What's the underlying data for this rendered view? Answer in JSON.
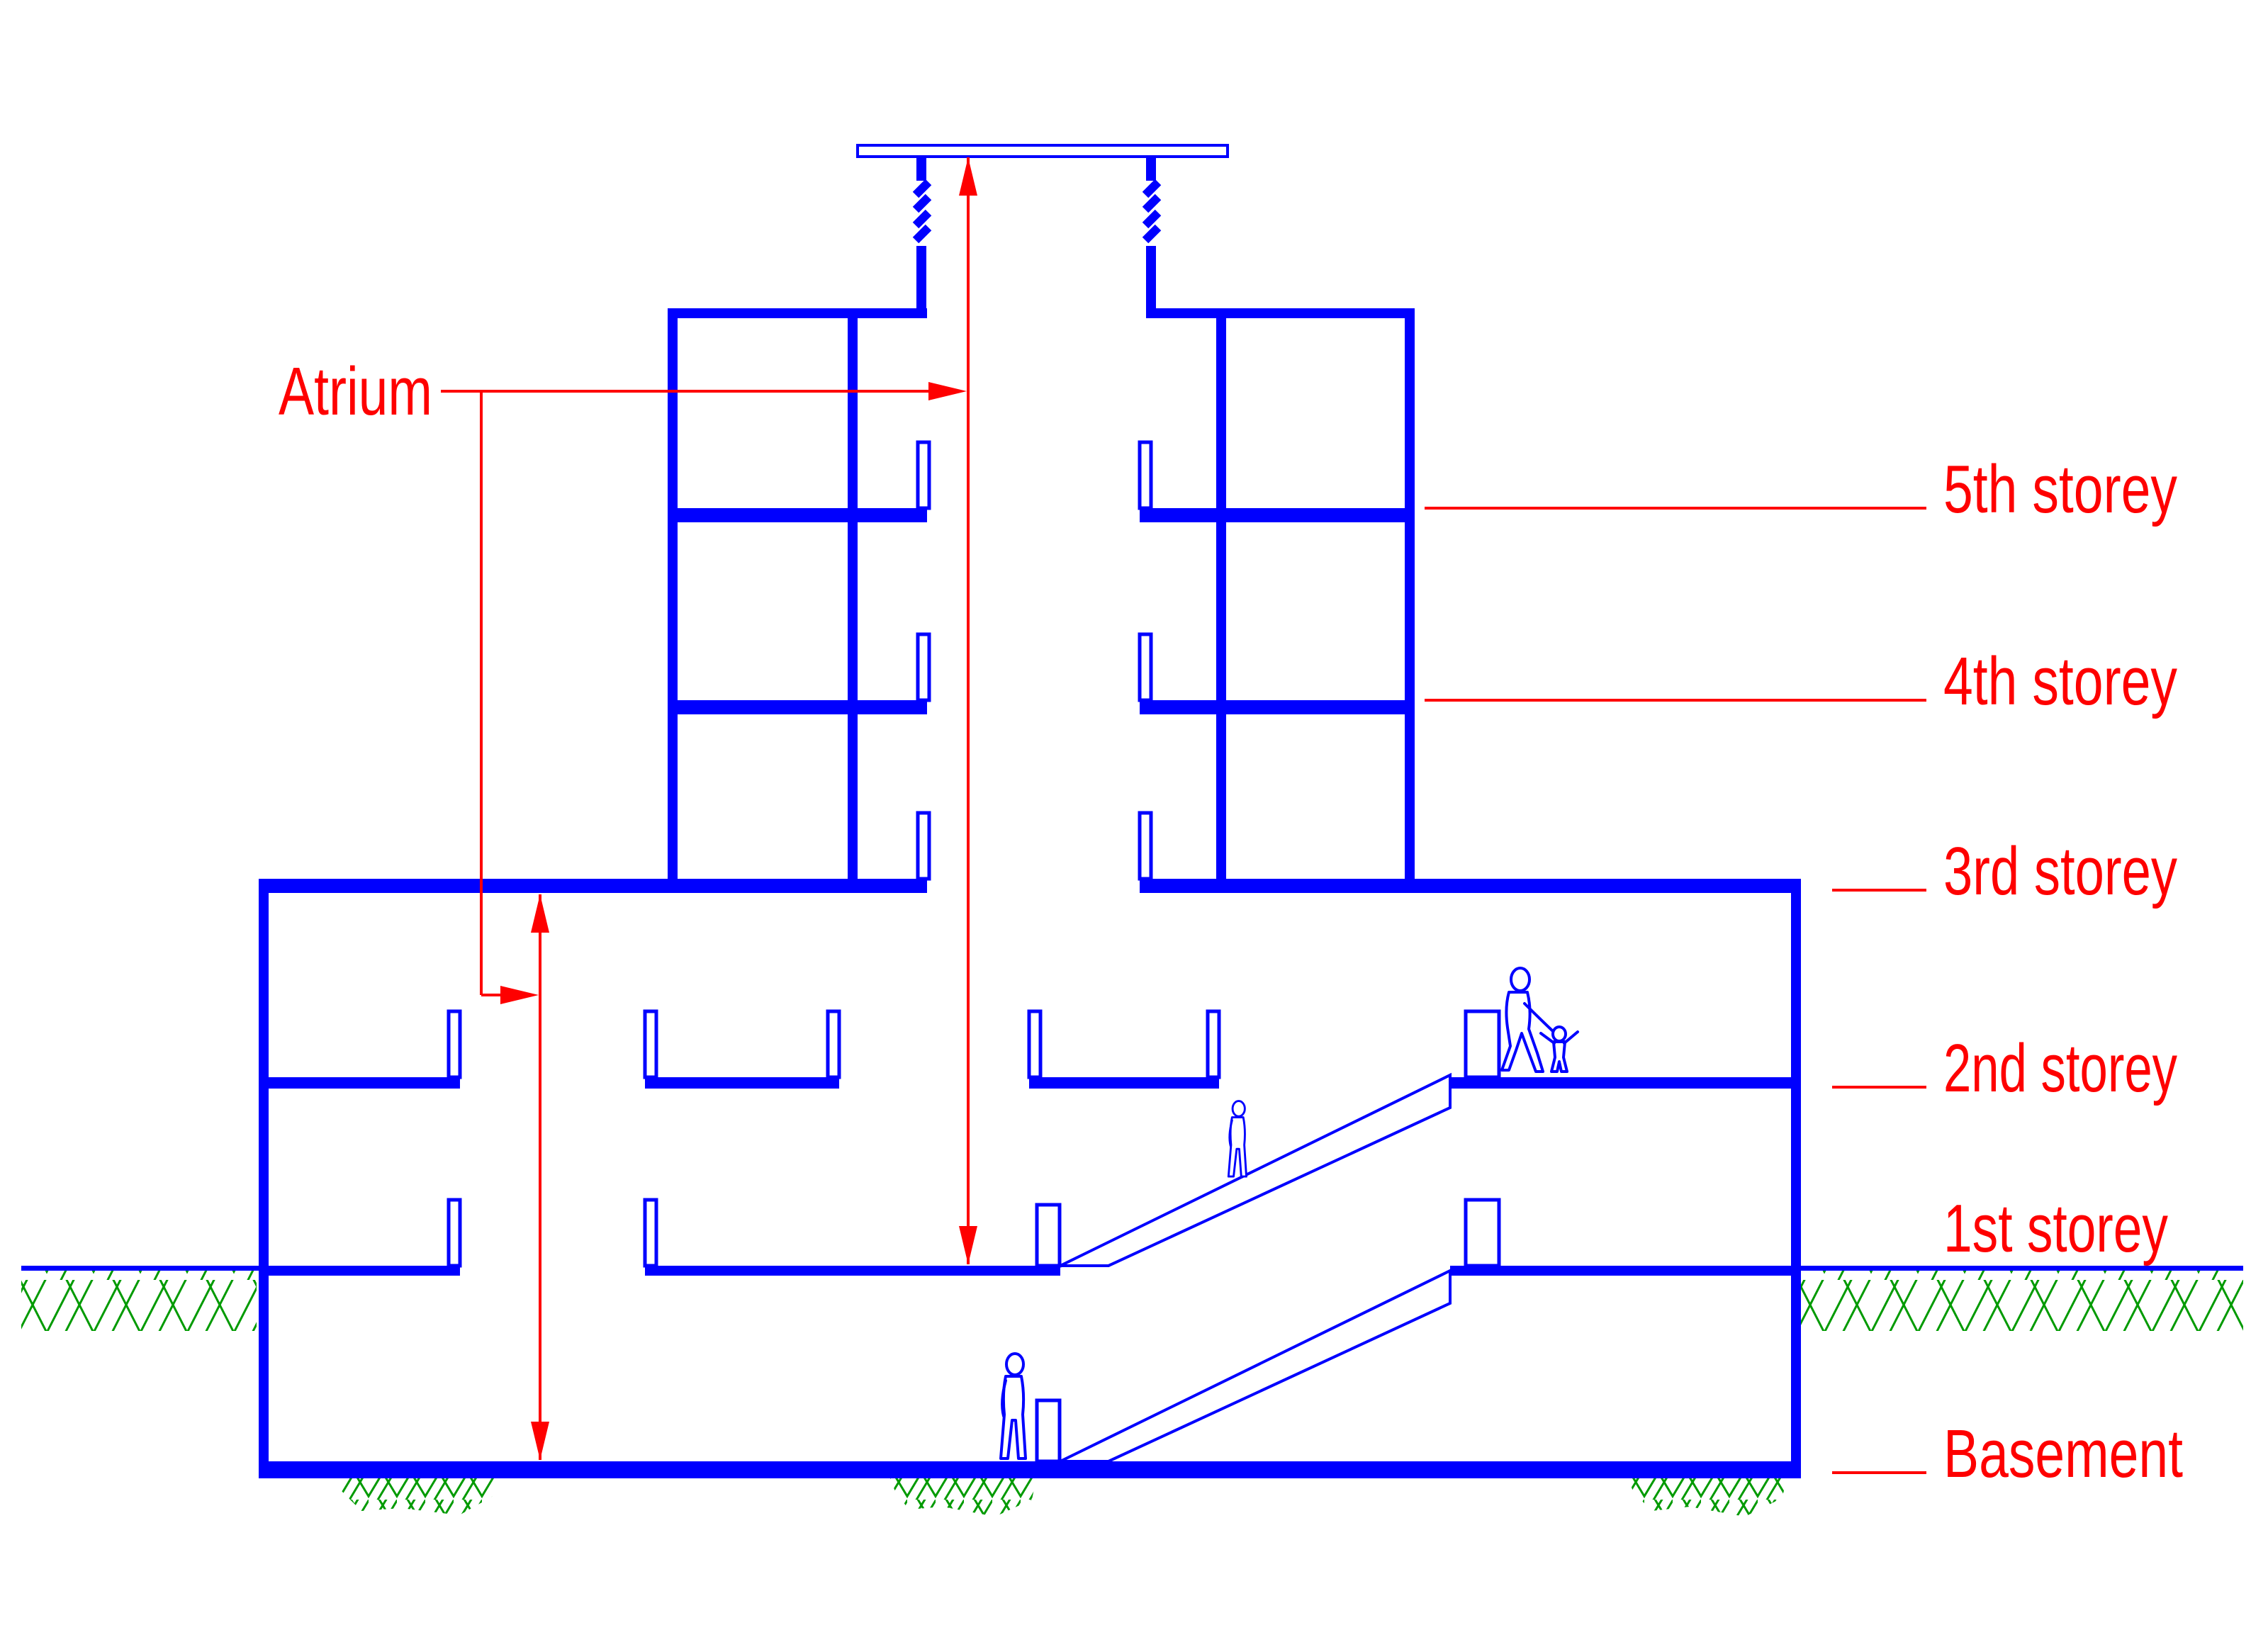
{
  "diagram": {
    "type": "building-section",
    "background": "#ffffff",
    "colors": {
      "structure_blue": "#0000fe",
      "annotation_red": "#fe0000",
      "ground_green": "#009a00",
      "fill_white": "#ffffff"
    },
    "atrium": {
      "label": "Atrium"
    },
    "storey_labels": [
      {
        "id": "storey-5",
        "text": "5th storey"
      },
      {
        "id": "storey-4",
        "text": "4th storey"
      },
      {
        "id": "storey-3",
        "text": "3rd storey"
      },
      {
        "id": "storey-2",
        "text": "2nd storey"
      },
      {
        "id": "storey-1",
        "text": "1st storey"
      },
      {
        "id": "basement",
        "text": "Basement"
      }
    ],
    "figures": [
      "person-standing-basement",
      "person-on-escalator",
      "adult-with-child-2nd-storey",
      "child-2nd-storey"
    ],
    "elements": [
      "skylight-roof-plate",
      "atrium-shaft",
      "upper-towers-4th-5th-storey",
      "main-block-basement-to-3rd-storey",
      "escalator-basement-to-1st",
      "escalator-1st-to-2nd",
      "ground-hatch-left",
      "ground-hatch-right",
      "grass-tufts-under-basement"
    ]
  }
}
